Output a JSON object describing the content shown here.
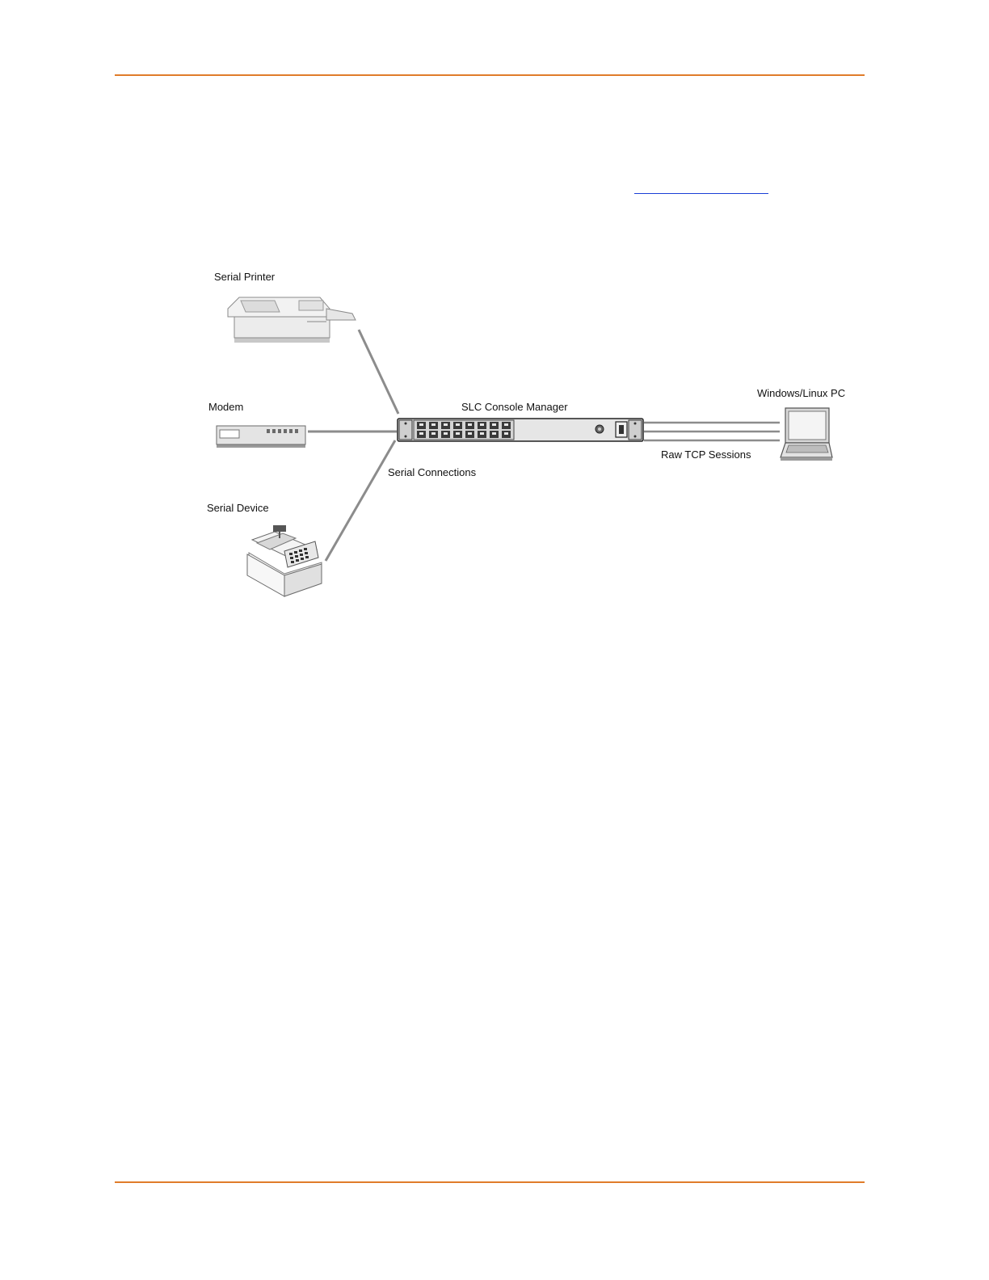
{
  "colors": {
    "rule": "#E07C2A",
    "link": "#1a3fd6",
    "cable": "#8c8c8c"
  },
  "diagram": {
    "labels": {
      "serial_printer": "Serial Printer",
      "modem": "Modem",
      "serial_device": "Serial Device",
      "console_manager": "SLC Console Manager",
      "serial_connections": "Serial Connections",
      "pc": "Windows/Linux PC",
      "tcp_sessions": "Raw TCP Sessions"
    },
    "icons": {
      "printer": "printer-icon",
      "modem": "modem-icon",
      "device": "cash-register-icon",
      "console_manager": "console-manager-icon",
      "pc": "laptop-icon"
    }
  }
}
